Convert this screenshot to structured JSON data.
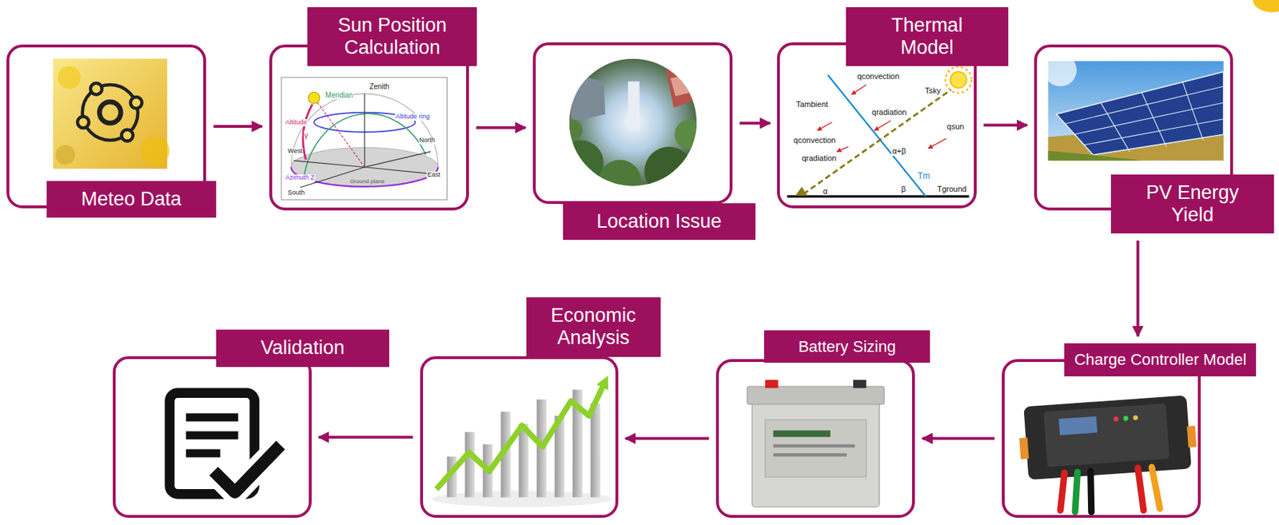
{
  "diagram": {
    "nodes": [
      {
        "text": [
          "Meteo Data"
        ]
      },
      {
        "text": [
          "Sun Position Calculation"
        ]
      },
      {
        "text": [
          "Location Issue"
        ]
      },
      {
        "text": [
          "Thermal Model"
        ]
      },
      {
        "text": [
          "PV Energy Yield"
        ]
      },
      {
        "text": [
          "Validation"
        ]
      },
      {
        "text": [
          "Economic Analysis"
        ]
      },
      {
        "text": [
          "Battery Sizing"
        ]
      },
      {
        "text": [
          "Charge Controller Model"
        ]
      }
    ],
    "edges": [
      {
        "from": 0,
        "to": 1,
        "arrow": "to"
      },
      {
        "from": 1,
        "to": 2,
        "arrow": "to"
      },
      {
        "from": 2,
        "to": 3,
        "arrow": "to"
      },
      {
        "from": 3,
        "to": 4,
        "arrow": "to"
      },
      {
        "from": 4,
        "to": 8,
        "arrow": "to"
      },
      {
        "from": 8,
        "to": 7,
        "arrow": "to"
      },
      {
        "from": 7,
        "to": 6,
        "arrow": "to"
      },
      {
        "from": 6,
        "to": 5,
        "arrow": "to"
      }
    ],
    "labels": [
      "Zenith",
      "Meridian",
      "Altitude ring",
      "Altitude",
      "γ",
      "West",
      "North",
      "East",
      "Azimuth Z",
      "South",
      "Ground plane",
      "Tambient",
      "qconvection",
      "qradiation",
      "Tsky",
      "qsun",
      "qconvection",
      "qradiation",
      "α+β",
      "Tm",
      "α",
      "β",
      "Tground"
    ]
  }
}
